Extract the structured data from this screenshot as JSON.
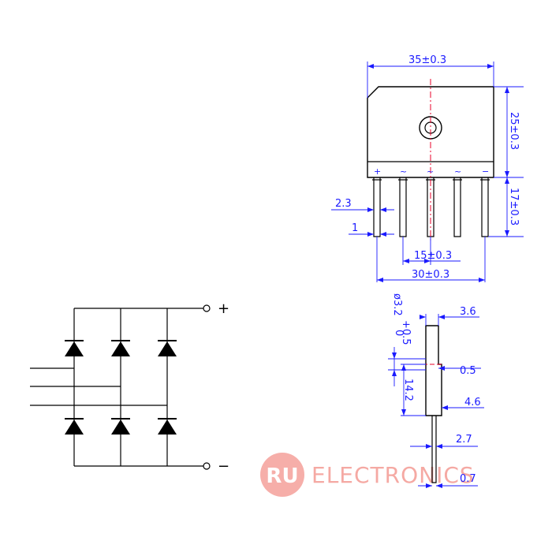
{
  "front_view": {
    "width_dim": "35±0.3",
    "body_height_dim": "25±0.3",
    "lead_length_dim": "17±0.3",
    "lead_width_dim": "2.3",
    "lead_thickness_dim": "1",
    "pitch_dim": "15±0.3",
    "span_dim": "30±0.3",
    "terminals": [
      "+",
      "~",
      "~",
      "~",
      "−"
    ]
  },
  "side_view": {
    "hole_dim": "ø3.2",
    "hole_tol_upper": "+0.5",
    "hole_tol_lower": "0",
    "thickness_dim": "3.6",
    "step_dim": "0.5",
    "hole_pos_dim": "14.2",
    "base_dim": "4.6",
    "lead_dim": "2.7",
    "lead_thickness_dim": "0.7"
  },
  "schematic": {
    "plus_label": "+",
    "minus_label": "−"
  },
  "watermark": {
    "logo_text": "RU",
    "brand_text": "ELECTRONICS",
    "color": "#f4a09a"
  },
  "colors": {
    "outline": "#000000",
    "dimension": "#1a1aff",
    "centerline": "#e8002a"
  }
}
